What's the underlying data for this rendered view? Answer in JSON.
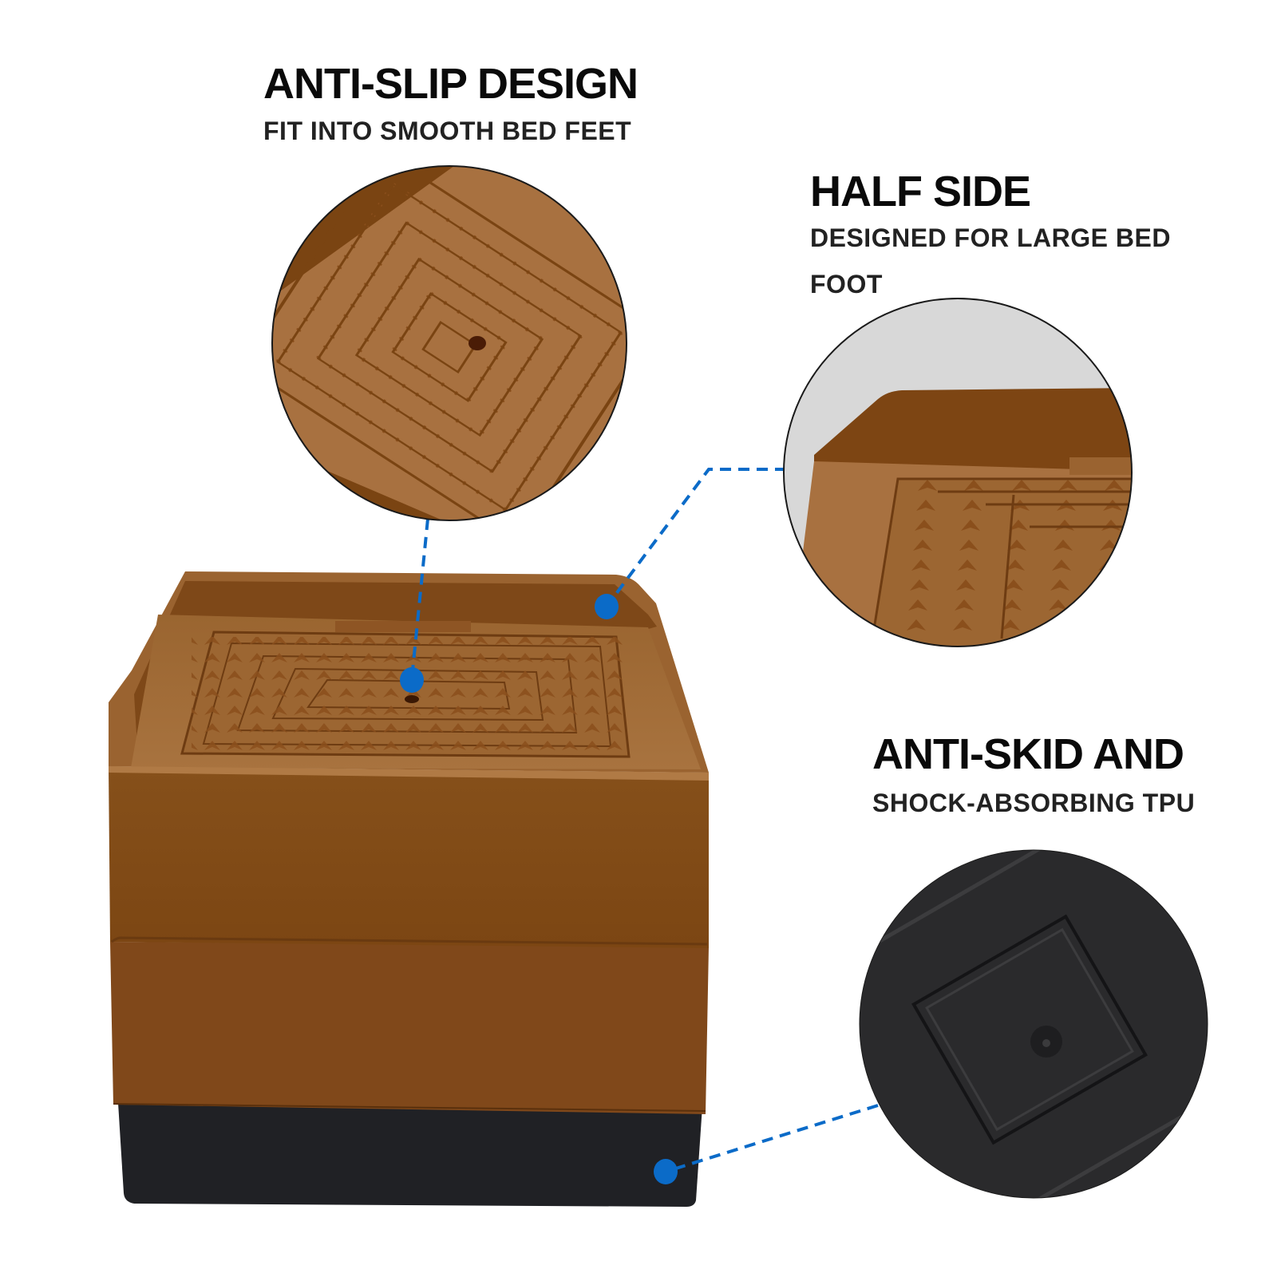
{
  "callouts": {
    "anti_slip": {
      "title": "ANTI-SLIP DESIGN",
      "subtitle": "FIT INTO SMOOTH BED FEET",
      "icon": "anti-slip-texture-closeup"
    },
    "half_side": {
      "title": "HALF SIDE",
      "subtitle_line1": "DESIGNED FOR LARGE BED",
      "subtitle_line2": "FOOT",
      "icon": "half-side-lip-closeup"
    },
    "anti_skid": {
      "title": "ANTI-SKID AND",
      "subtitle": "SHOCK-ABSORBING TPU",
      "icon": "tpu-base-closeup"
    }
  },
  "colors": {
    "brown_light": "#A87140",
    "brown_mid": "#8A5220",
    "brown_dark": "#7A4412",
    "black_base": "#202125",
    "callout_blue": "#0B6BC8",
    "zoom_bg_gray": "#D8D8D8"
  }
}
